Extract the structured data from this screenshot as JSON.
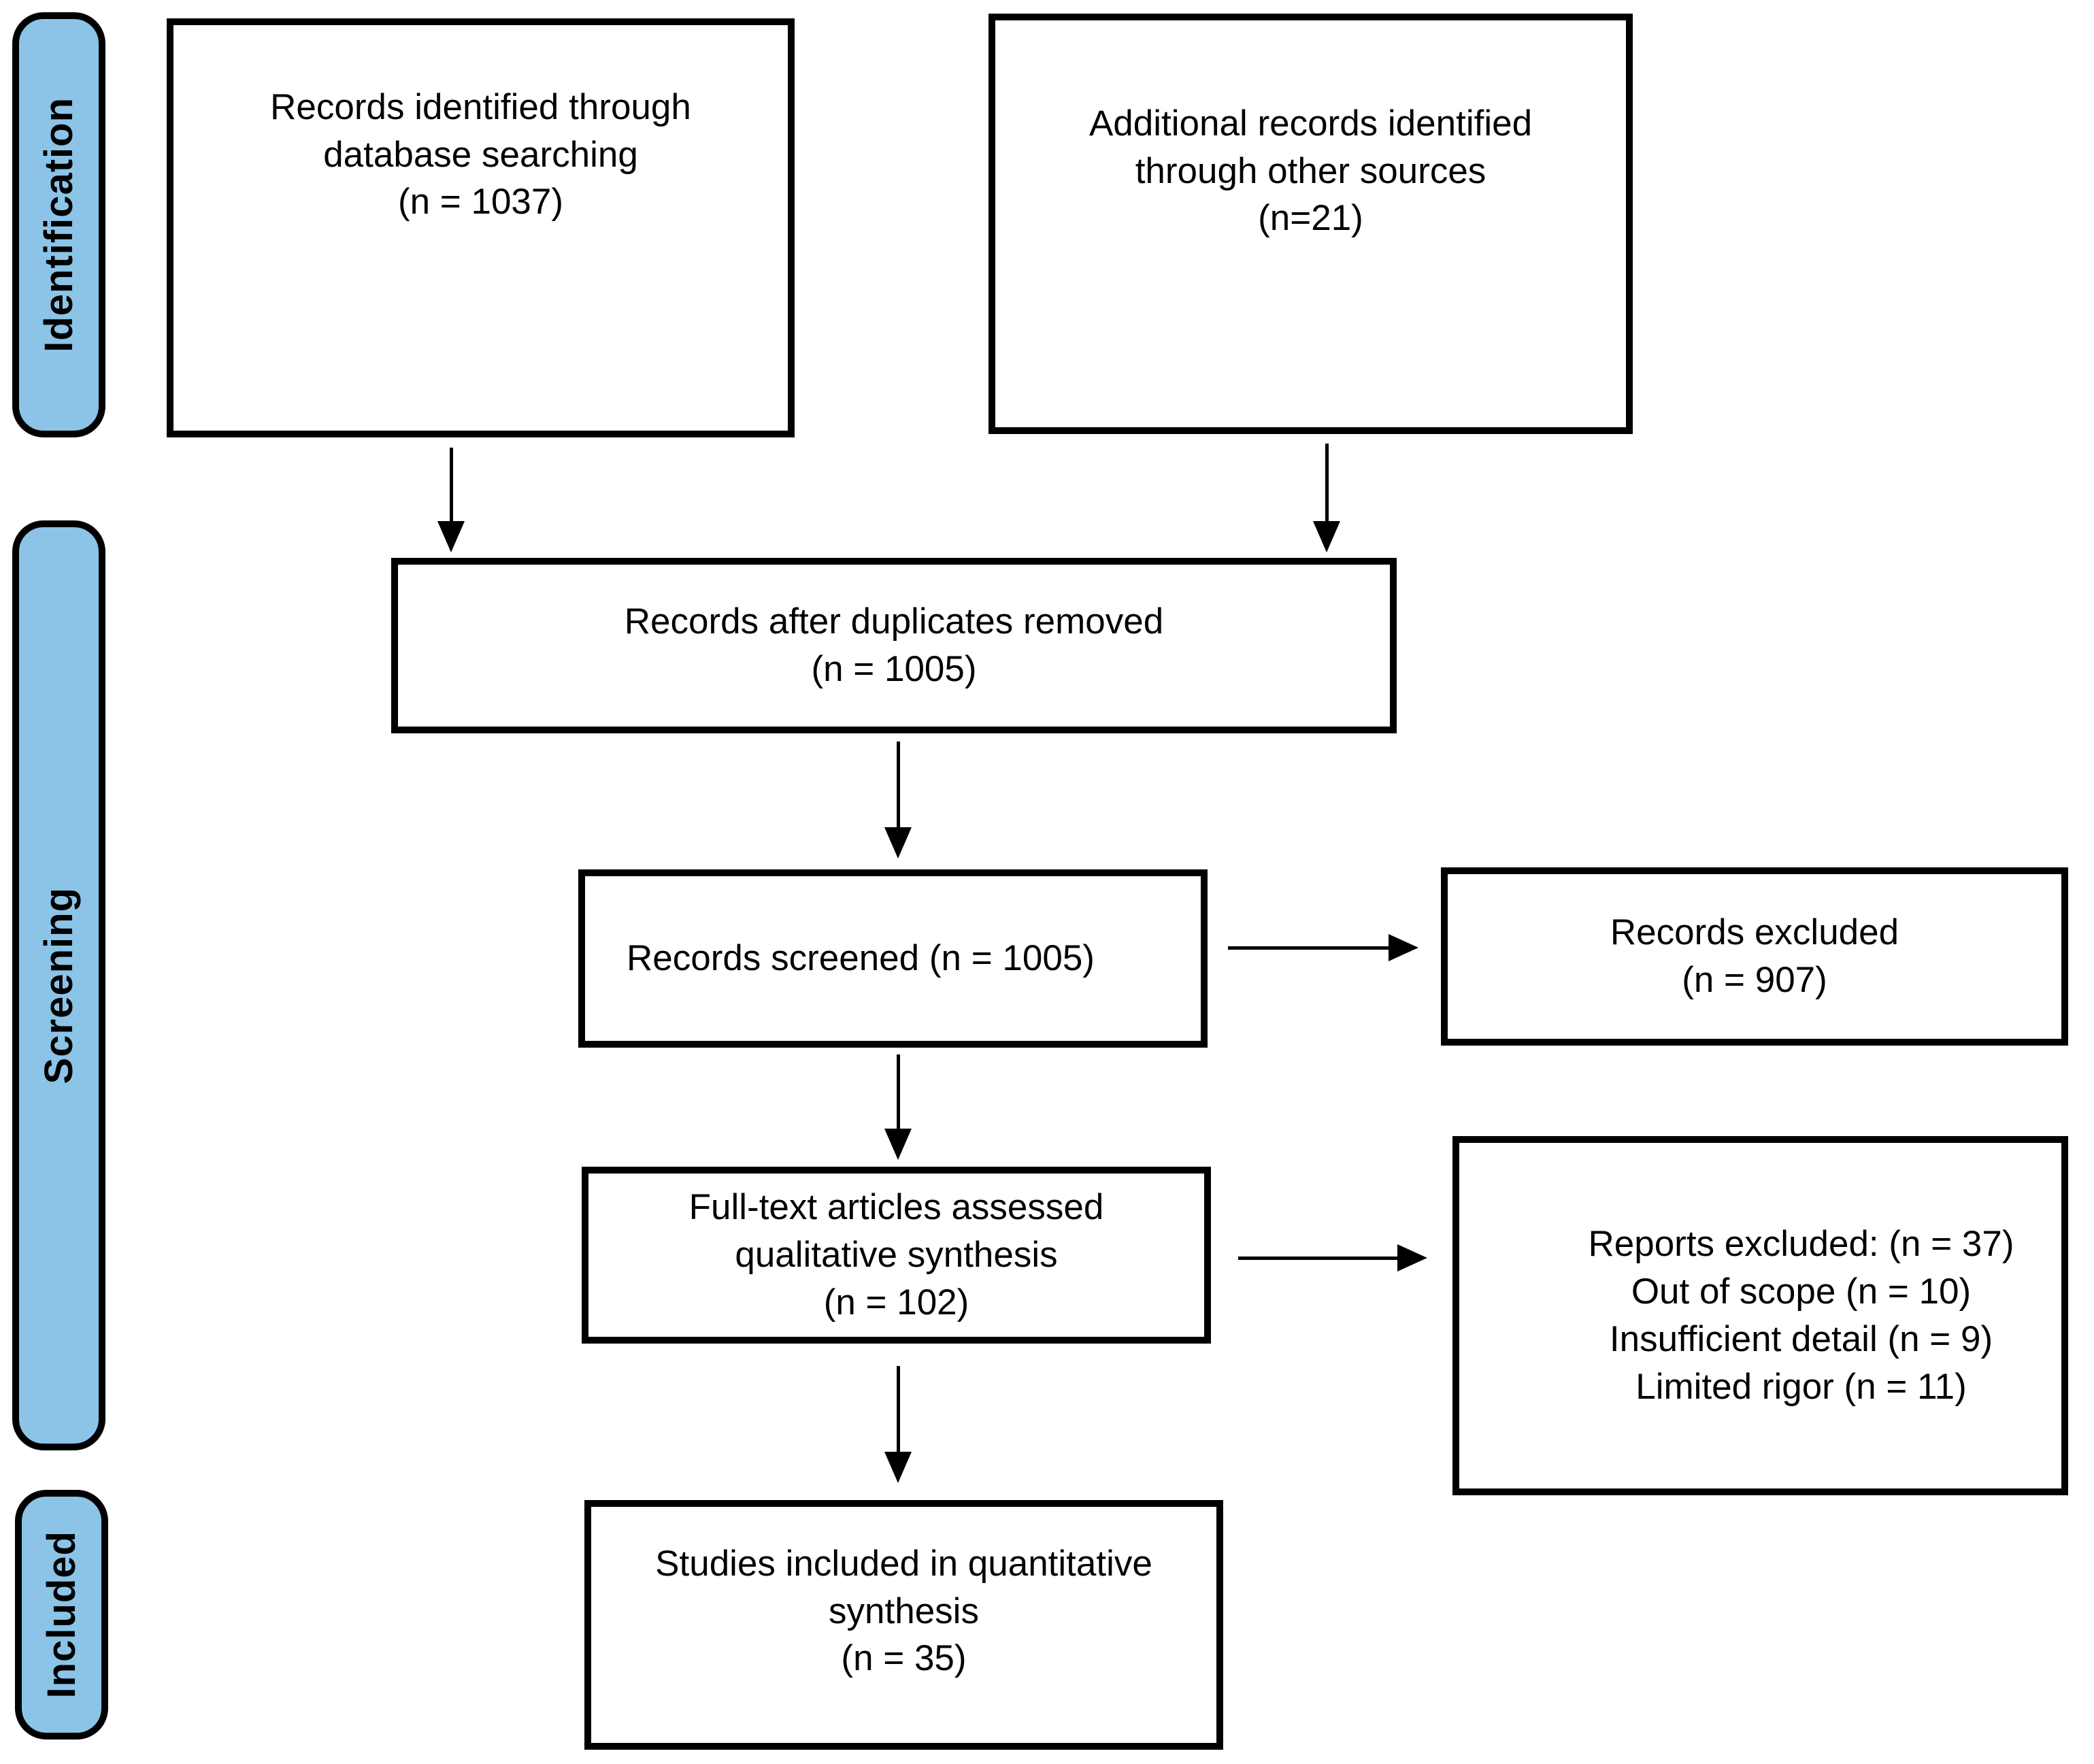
{
  "stages": {
    "identification": {
      "label": "Identification"
    },
    "screening": {
      "label": "Screening"
    },
    "included": {
      "label": "Included"
    }
  },
  "boxes": {
    "identified": {
      "text": "Records identified through\ndatabase searching\n(n = 1037)"
    },
    "additional": {
      "text": "Additional records identified\nthrough other sources\n(n=21)"
    },
    "deduplicated": {
      "text": "Records after duplicates removed\n(n = 1005)"
    },
    "screened": {
      "text": "Records screened (n = 1005)"
    },
    "records_excluded": {
      "text": "Records excluded\n(n = 907)"
    },
    "fulltext_assessed": {
      "text": "Full-text articles assessed\nqualitative synthesis\n(n = 102)"
    },
    "reports_excluded": {
      "text": "Reports excluded: (n = 37)\nOut of scope (n = 10)\nInsufficient detail (n = 9)\nLimited rigor (n = 11)"
    },
    "included_studies": {
      "text": "Studies included in quantitative\nsynthesis\n(n = 35)"
    }
  },
  "colors": {
    "stage_fill": "#8BC4E7",
    "line_color": "#000000",
    "box_background": "#FFFFFF"
  }
}
